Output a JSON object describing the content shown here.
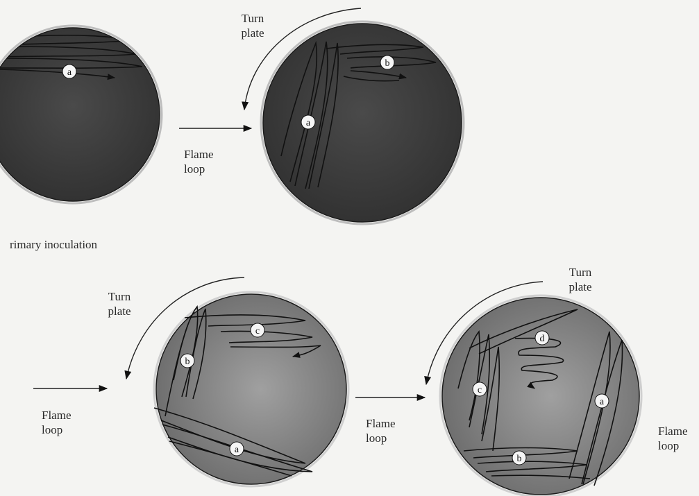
{
  "labels": {
    "turn_plate": "Turn\nplate",
    "flame_loop": "Flame\nloop",
    "primary_inoculation": "rimary inoculation"
  },
  "markers": {
    "a": "a",
    "b": "b",
    "c": "c",
    "d": "d"
  },
  "colors": {
    "plate_dark": "#3e3e3e",
    "plate_light": "#8e8e8e",
    "streak": "#111111",
    "marker_fill": "#f5f5f5",
    "page": "#f4f4f2"
  }
}
